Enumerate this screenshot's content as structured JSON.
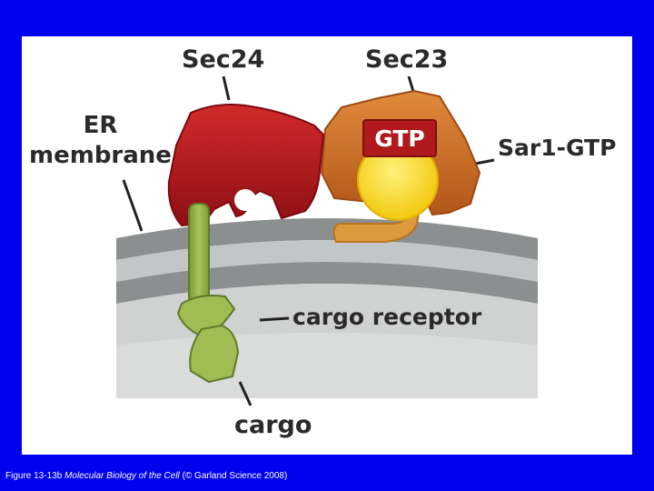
{
  "diagram": {
    "labels": {
      "sec24": "Sec24",
      "sec23": "Sec23",
      "er_line1": "ER",
      "er_line2": "membrane",
      "gtp": "GTP",
      "sar1": "Sar1-GTP",
      "receptor": "cargo receptor",
      "cargo": "cargo"
    }
  },
  "caption": {
    "figure": "Figure 13-13b",
    "book": "Molecular Biology of the Cell",
    "credit": "(© Garland Science 2008)"
  },
  "colors": {
    "background": "#0000ee",
    "panel": "#ffffff",
    "membrane_dark": "#8c8f8f",
    "membrane_light": "#c3c6c6",
    "lumen": "#d9dcdb",
    "sec24": "#b8141c",
    "sec23": "#cf6e22",
    "gtp_box": "#b01a1c",
    "sar1": "#f7dc2a",
    "sar1_tail": "#dd9a3a",
    "receptor": "#8fae4a",
    "text": "#2a2a2a"
  },
  "icons": {
    "sec24": "sec24-protein-shape",
    "sec23": "sec23-protein-shape",
    "sar1": "sar1-protein-shape",
    "receptor": "cargo-receptor-shape",
    "cargo": "cargo-protein-shape"
  }
}
